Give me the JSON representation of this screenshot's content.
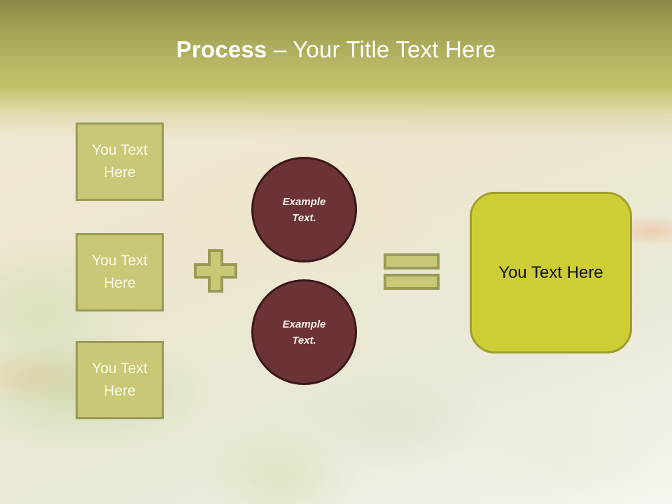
{
  "slide": {
    "title_bold": "Process",
    "title_rest": " – Your Title Text Here",
    "background_image": "food-wrap-salad-photo"
  },
  "left_boxes": [
    {
      "label": "You Text Here"
    },
    {
      "label": "You Text Here"
    },
    {
      "label": "You Text Here"
    }
  ],
  "operators": {
    "plus_icon": "plus-icon",
    "equals_icon": "equals-icon"
  },
  "circles": [
    {
      "label": "Example Text."
    },
    {
      "label": "Example Text."
    }
  ],
  "result_box": {
    "label": "You Text Here"
  },
  "colors": {
    "header_top": "#8a8945",
    "header_bottom": "#c3c26a",
    "box_fill": "#c9c876",
    "box_border": "#999a57",
    "circle_fill": "#6b3334",
    "circle_border": "#3a1718",
    "result_fill": "#cdcd36",
    "result_border": "#9e9e2c"
  }
}
